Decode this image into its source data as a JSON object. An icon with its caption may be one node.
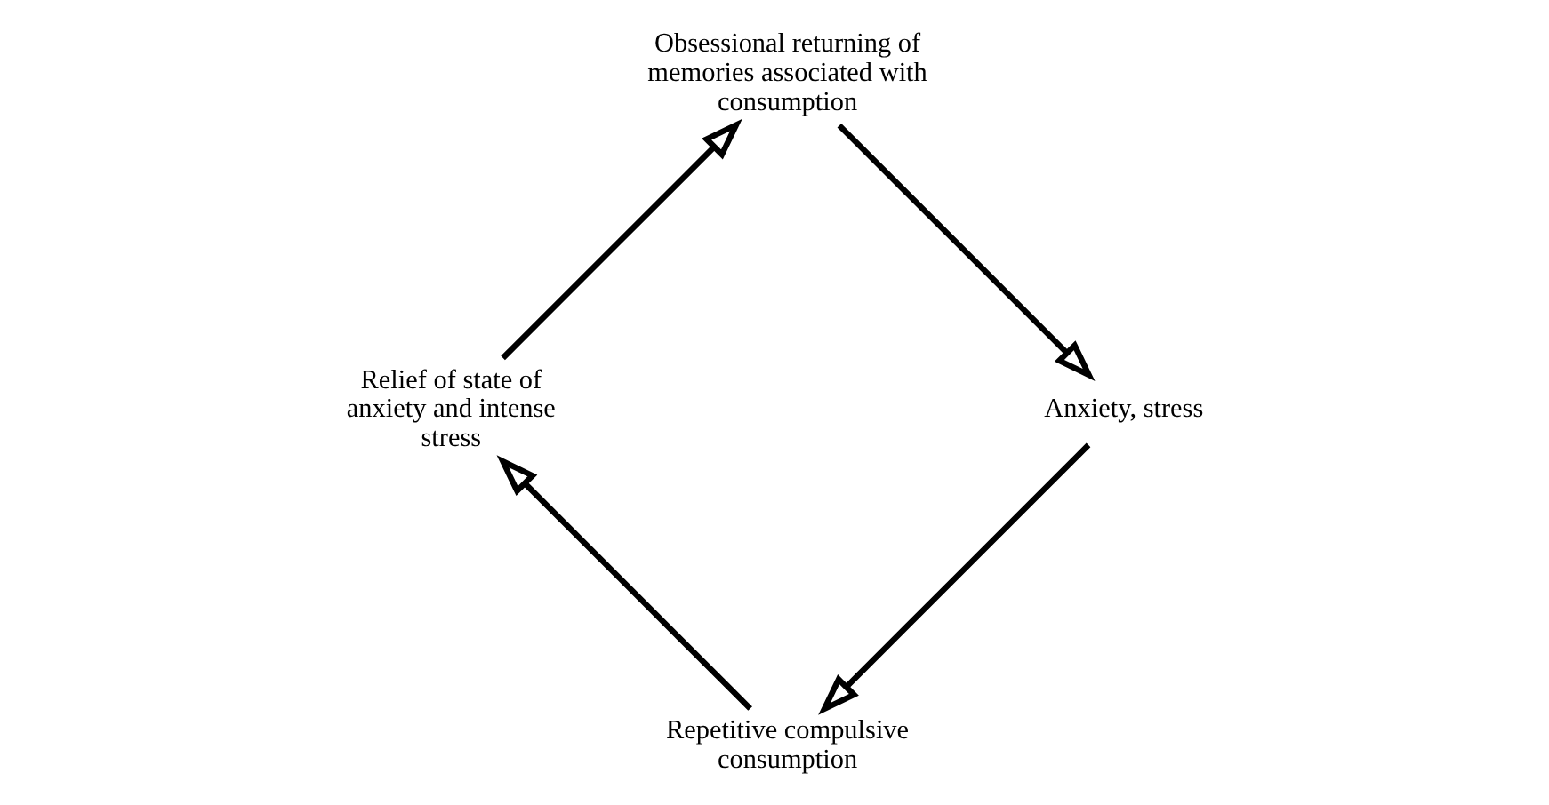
{
  "diagram": {
    "nodes": [
      {
        "text": [
          "Repetitive compulsive consumption"
        ]
      },
      {
        "text": [
          "Anxiety, stress"
        ]
      },
      {
        "text": [
          "Obsessional returning of memories associated with consumption"
        ]
      },
      {
        "text": [
          "Relief of state of anxiety and intense stress"
        ]
      }
    ],
    "edges": [
      {
        "from": 1,
        "to": 0,
        "arrow": "to"
      },
      {
        "from": 0,
        "to": 3,
        "arrow": "to"
      },
      {
        "from": 3,
        "to": 2,
        "arrow": "to"
      },
      {
        "from": 2,
        "to": 1,
        "arrow": "to"
      }
    ]
  }
}
